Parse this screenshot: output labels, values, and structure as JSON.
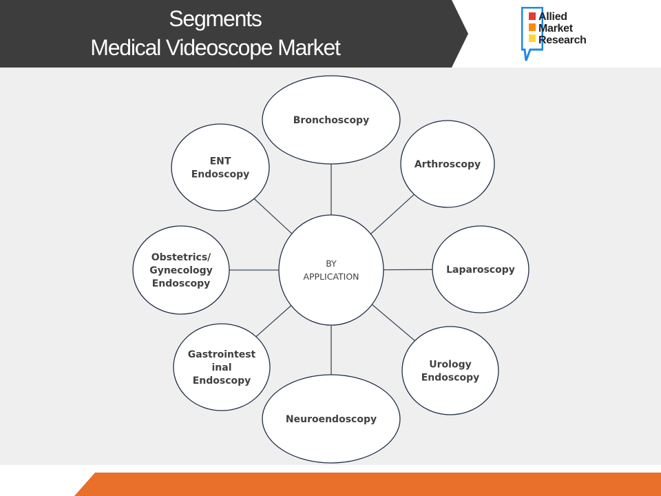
{
  "header": {
    "title_line1": "Segments",
    "title_line2": "Medical Videoscope Market"
  },
  "logo": {
    "line1": "Allied",
    "line2": "Market",
    "line3": "Research"
  },
  "diagram": {
    "center": {
      "lines": [
        "BY",
        "APPLICATION"
      ]
    },
    "nodes": [
      {
        "id": "bronchoscopy",
        "lines": [
          "Bronchoscopy"
        ]
      },
      {
        "id": "arthroscopy",
        "lines": [
          "Arthroscopy"
        ]
      },
      {
        "id": "laparoscopy",
        "lines": [
          "Laparoscopy"
        ]
      },
      {
        "id": "urology-endoscopy",
        "lines": [
          "Urology",
          "Endoscopy"
        ]
      },
      {
        "id": "neuroendoscopy",
        "lines": [
          "Neuroendoscopy"
        ]
      },
      {
        "id": "gastrointestinal-endoscopy",
        "lines": [
          "Gastrointest",
          "inal",
          "Endoscopy"
        ]
      },
      {
        "id": "obstetrics-gynecology-endoscopy",
        "lines": [
          "Obstetrics/",
          "Gynecology",
          "Endoscopy"
        ]
      },
      {
        "id": "ent-endoscopy",
        "lines": [
          "ENT",
          "Endoscopy"
        ]
      }
    ]
  },
  "colors": {
    "header": "#3d3d3d",
    "panel": "#efefef",
    "footer": "#e8702a",
    "node_stroke": "#1f2d44",
    "connector": "#3b4a5e",
    "logo_blue": "#1e88e5",
    "logo_red": "#e53935",
    "logo_orange": "#fb8c00",
    "logo_yellow": "#fdd835"
  }
}
